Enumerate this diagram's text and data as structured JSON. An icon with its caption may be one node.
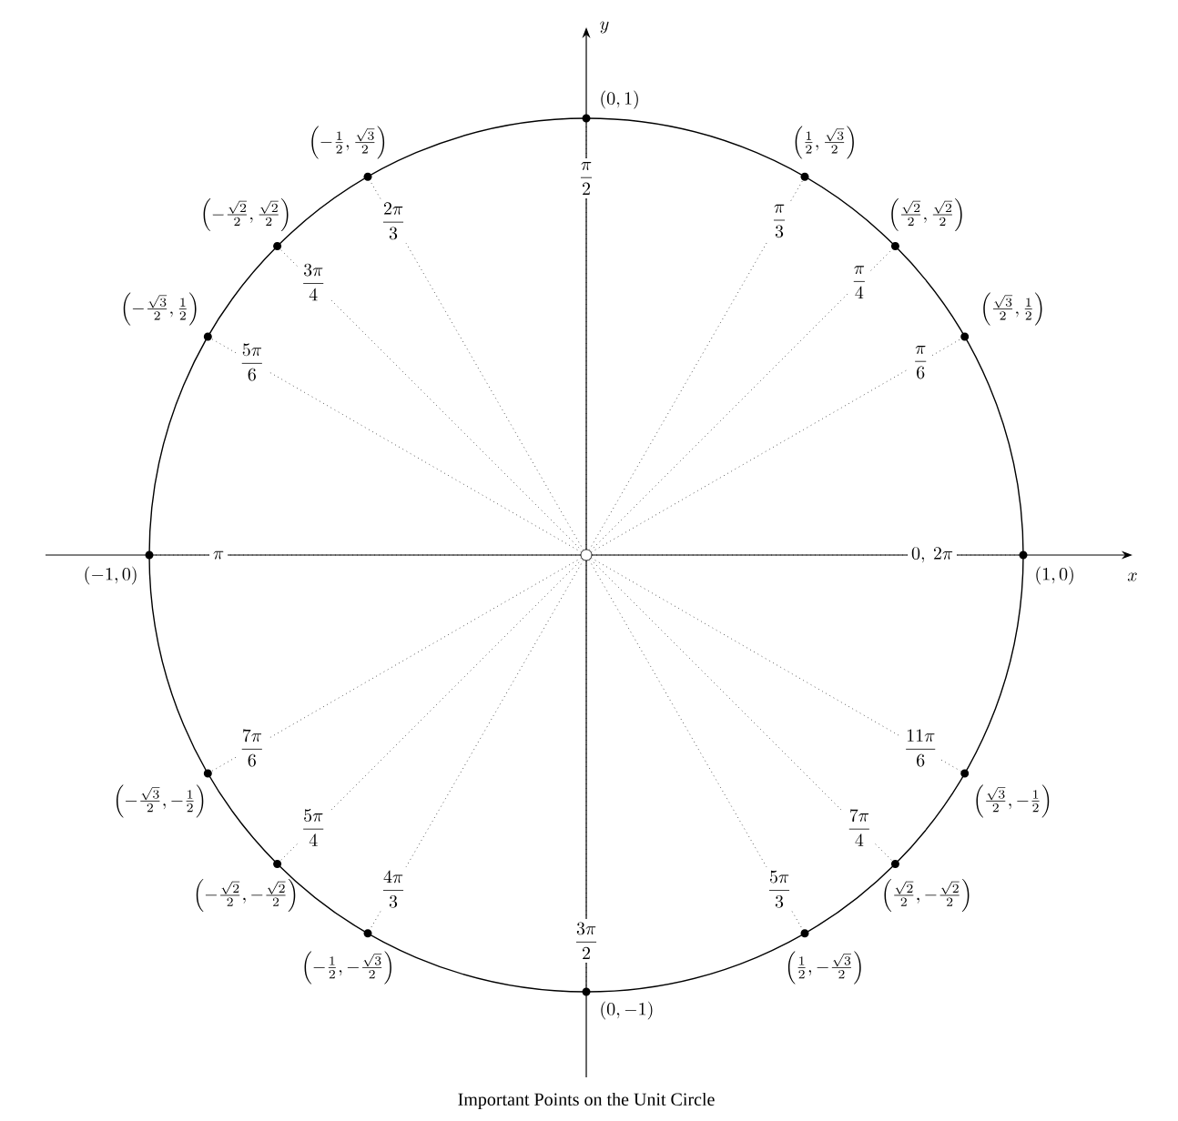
{
  "diagram": {
    "caption": "Important Points on the Unit Circle",
    "nodes": [
      {
        "text": [],
        "shape": "circle"
      },
      {
        "text": [],
        "shape": "circle",
        "beside": [
          "(1,0)"
        ]
      },
      {
        "text": [
          "0,\\ 2\\pi"
        ]
      },
      {
        "text": [],
        "shape": "circle",
        "beside": [
          "\\left(\\tfrac{\\sqrt{3}}{2}, \\tfrac{1}{2}\\right)"
        ]
      },
      {
        "text": [
          "\\dfrac{\\pi}{6}"
        ]
      },
      {
        "text": [],
        "shape": "circle",
        "beside": [
          "\\left(\\tfrac{\\sqrt{2}}{2}, \\tfrac{\\sqrt{2}}{2}\\right)"
        ]
      },
      {
        "text": [
          "\\dfrac{\\pi}{4}"
        ]
      },
      {
        "text": [],
        "shape": "circle",
        "beside": [
          "\\left(\\tfrac{1}{2}, \\tfrac{\\sqrt{3}}{2}\\right)"
        ]
      },
      {
        "text": [
          "\\dfrac{\\pi}{3}"
        ]
      },
      {
        "text": [],
        "shape": "circle",
        "beside": [
          "(0,1)"
        ]
      },
      {
        "text": [
          "\\dfrac{\\pi}{2}"
        ]
      },
      {
        "text": [],
        "shape": "circle",
        "beside": [
          "\\left(-\\tfrac{1}{2}, \\tfrac{\\sqrt{3}}{2}\\right)"
        ]
      },
      {
        "text": [
          "\\dfrac{2\\pi}{3}"
        ]
      },
      {
        "text": [],
        "shape": "circle",
        "beside": [
          "\\left(-\\tfrac{\\sqrt{2}}{2}, \\tfrac{\\sqrt{2}}{2}\\right)"
        ]
      },
      {
        "text": [
          "\\dfrac{3\\pi}{4}"
        ]
      },
      {
        "text": [],
        "shape": "circle",
        "beside": [
          "\\left(-\\tfrac{\\sqrt{3}}{2}, \\tfrac{1}{2}\\right)"
        ]
      },
      {
        "text": [
          "\\dfrac{5\\pi}{6}"
        ]
      },
      {
        "text": [],
        "shape": "circle",
        "beside": [
          "(-1,0)"
        ]
      },
      {
        "text": [
          "\\pi"
        ]
      },
      {
        "text": [],
        "shape": "circle",
        "beside": [
          "\\left(-\\tfrac{\\sqrt{3}}{2}, -\\tfrac{1}{2}\\right)"
        ]
      },
      {
        "text": [
          "\\dfrac{7\\pi}{6}"
        ]
      },
      {
        "text": [],
        "shape": "circle",
        "beside": [
          "\\left(-\\tfrac{\\sqrt{2}}{2}, -\\tfrac{\\sqrt{2}}{2}\\right)"
        ]
      },
      {
        "text": [
          "\\dfrac{5\\pi}{4}"
        ]
      },
      {
        "text": [],
        "shape": "circle",
        "beside": [
          "\\left(-\\tfrac{1}{2}, -\\tfrac{\\sqrt{3}}{2}\\right)"
        ]
      },
      {
        "text": [
          "\\dfrac{4\\pi}{3}"
        ]
      },
      {
        "text": [],
        "shape": "circle",
        "beside": [
          "(0,-1)"
        ]
      },
      {
        "text": [
          "\\dfrac{3\\pi}{2}"
        ]
      },
      {
        "text": [],
        "shape": "circle",
        "beside": [
          "\\left(\\tfrac{1}{2}, -\\tfrac{\\sqrt{3}}{2}\\right)"
        ]
      },
      {
        "text": [
          "\\dfrac{5\\pi}{3}"
        ]
      },
      {
        "text": [],
        "shape": "circle",
        "beside": [
          "\\left(\\tfrac{\\sqrt{2}}{2}, -\\tfrac{\\sqrt{2}}{2}\\right)"
        ]
      },
      {
        "text": [
          "\\dfrac{7\\pi}{4}"
        ]
      },
      {
        "text": [],
        "shape": "circle",
        "beside": [
          "\\left(\\tfrac{\\sqrt{3}}{2}, -\\tfrac{1}{2}\\right)"
        ]
      },
      {
        "text": [
          "\\dfrac{11\\pi}{6}"
        ]
      }
    ],
    "edges": [
      {
        "from": 0,
        "to": 2,
        "arrow": "none"
      },
      {
        "from": 2,
        "to": 1,
        "arrow": "none"
      },
      {
        "from": 0,
        "to": 4,
        "arrow": "none"
      },
      {
        "from": 4,
        "to": 3,
        "arrow": "none"
      },
      {
        "from": 0,
        "to": 6,
        "arrow": "none"
      },
      {
        "from": 6,
        "to": 5,
        "arrow": "none"
      },
      {
        "from": 0,
        "to": 8,
        "arrow": "none"
      },
      {
        "from": 8,
        "to": 7,
        "arrow": "none"
      },
      {
        "from": 0,
        "to": 10,
        "arrow": "none"
      },
      {
        "from": 10,
        "to": 9,
        "arrow": "none"
      },
      {
        "from": 0,
        "to": 12,
        "arrow": "none"
      },
      {
        "from": 12,
        "to": 11,
        "arrow": "none"
      },
      {
        "from": 0,
        "to": 14,
        "arrow": "none"
      },
      {
        "from": 14,
        "to": 13,
        "arrow": "none"
      },
      {
        "from": 0,
        "to": 16,
        "arrow": "none"
      },
      {
        "from": 16,
        "to": 15,
        "arrow": "none"
      },
      {
        "from": 0,
        "to": 18,
        "arrow": "none"
      },
      {
        "from": 18,
        "to": 17,
        "arrow": "none"
      },
      {
        "from": 0,
        "to": 20,
        "arrow": "none"
      },
      {
        "from": 20,
        "to": 19,
        "arrow": "none"
      },
      {
        "from": 0,
        "to": 22,
        "arrow": "none"
      },
      {
        "from": 22,
        "to": 21,
        "arrow": "none"
      },
      {
        "from": 0,
        "to": 24,
        "arrow": "none"
      },
      {
        "from": 24,
        "to": 23,
        "arrow": "none"
      },
      {
        "from": 0,
        "to": 26,
        "arrow": "none"
      },
      {
        "from": 26,
        "to": 25,
        "arrow": "none"
      },
      {
        "from": 0,
        "to": 28,
        "arrow": "none"
      },
      {
        "from": 28,
        "to": 27,
        "arrow": "none"
      },
      {
        "from": 0,
        "to": 30,
        "arrow": "none"
      },
      {
        "from": 30,
        "to": 29,
        "arrow": "none"
      },
      {
        "from": 0,
        "to": 32,
        "arrow": "none"
      },
      {
        "from": 32,
        "to": 31,
        "arrow": "none"
      }
    ],
    "labels": [
      "x",
      "y"
    ]
  }
}
